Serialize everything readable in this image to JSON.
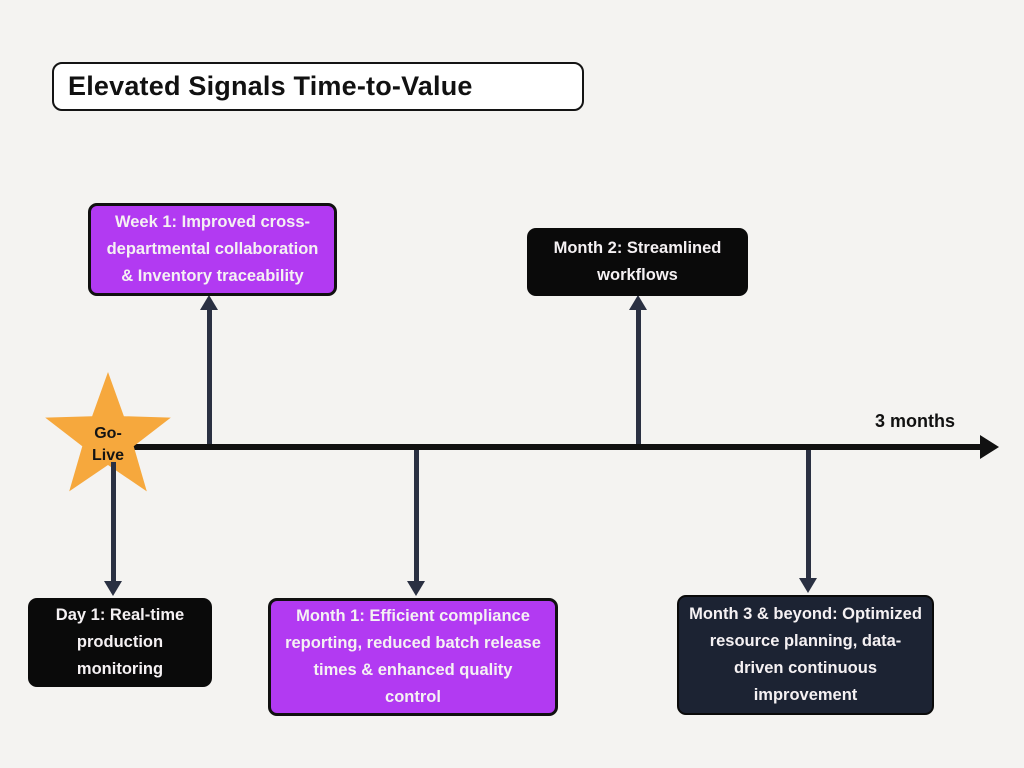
{
  "title": "Elevated Signals Time-to-Value",
  "timeline": {
    "start_label": "Go-Live",
    "end_label": "3 months"
  },
  "milestones": [
    {
      "id": "week-1",
      "position": "above",
      "label": "Week 1: Improved cross-departmental collaboration & Inventory traceability",
      "box_color": "#b23af2"
    },
    {
      "id": "month-2",
      "position": "above",
      "label": "Month 2: Streamlined workflows",
      "box_color": "#0a0a0a"
    },
    {
      "id": "day-1",
      "position": "below",
      "label": "Day 1: Real-time production monitoring",
      "box_color": "#0a0a0a"
    },
    {
      "id": "month-1",
      "position": "below",
      "label": "Month 1: Efficient compliance reporting, reduced batch release times & enhanced quality control",
      "box_color": "#b23af2"
    },
    {
      "id": "month-3",
      "position": "below",
      "label": "Month 3 & beyond: Optimized resource planning, data-driven continuous improvement",
      "box_color": "#1c2333"
    }
  ],
  "colors": {
    "background": "#f4f3f1",
    "timeline": "#111111",
    "connector_arrows": "#2a3042",
    "star": "#f6a83d",
    "purple_box": "#b23af2",
    "black_box": "#0a0a0a",
    "navy_box": "#1c2333",
    "box_text": "#f5f1f3",
    "title_text": "#111111"
  }
}
